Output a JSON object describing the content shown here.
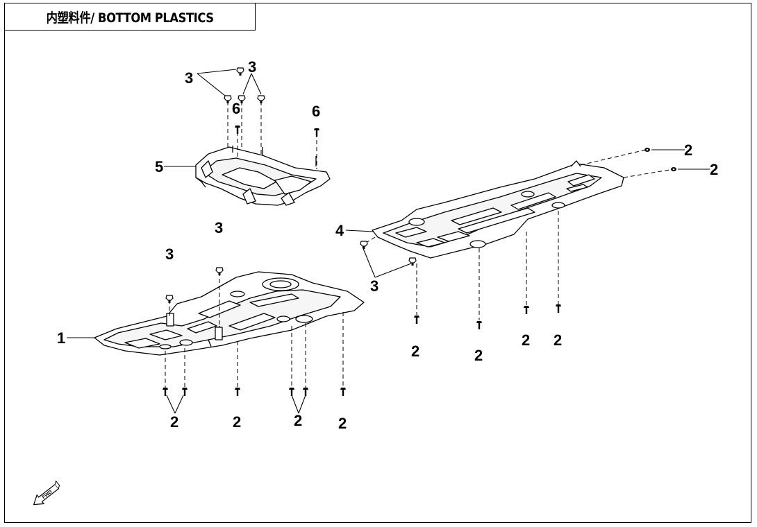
{
  "title": "内塑料件/ BOTTOM PLASTICS",
  "callouts": {
    "c1": "1",
    "c2a": "2",
    "c2b": "2",
    "c2c": "2",
    "c2d": "2",
    "c2e": "2",
    "c2f": "2",
    "c2g": "2",
    "c2h": "2",
    "c2i": "2",
    "c2j": "2",
    "c3a": "3",
    "c3b": "3",
    "c3c": "3",
    "c3d": "3",
    "c3e": "3",
    "c4": "4",
    "c5": "5",
    "c6a": "6",
    "c6b": "6"
  },
  "fwd_arrow": {
    "label": "FWD",
    "icon": "fwd-arrow-icon"
  }
}
